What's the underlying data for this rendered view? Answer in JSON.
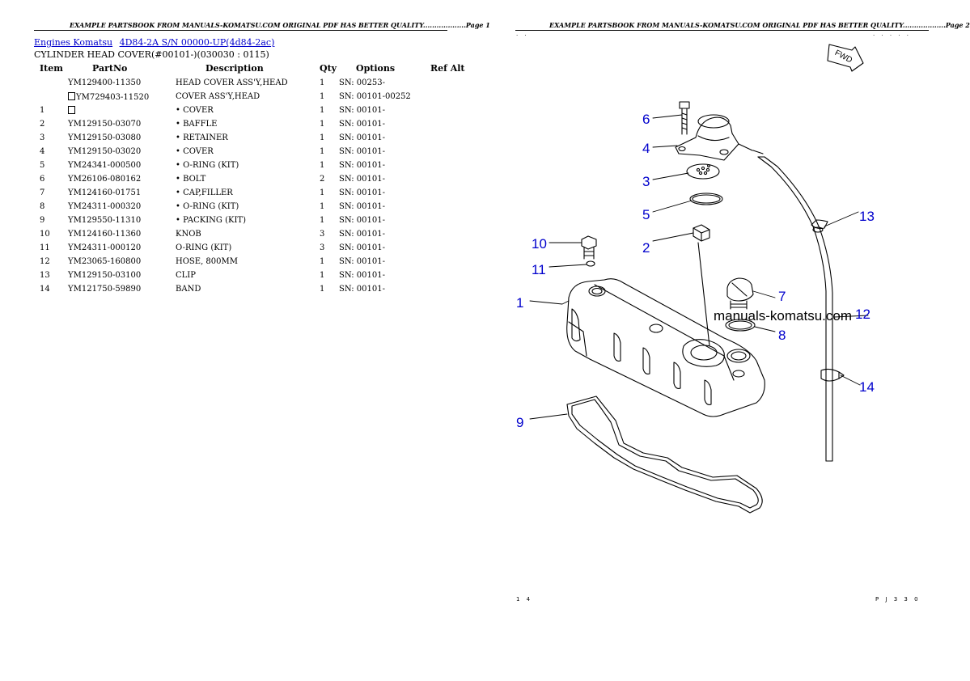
{
  "page1": {
    "header": "EXAMPLE PARTSBOOK FROM MANUALS-KOMATSU.COM ORIGINAL PDF HAS BETTER QUALITY...................Page 1",
    "breadcrumb": [
      "Engines Komatsu",
      "4D84-2A S/N 00000-UP(4d84-2ac)"
    ],
    "title": "CYLINDER HEAD COVER(#00101-)(030030 : 0115)",
    "columns": [
      "Item",
      "PartNo",
      "Description",
      "Qty",
      "Options",
      "Ref Alt"
    ],
    "rows": [
      {
        "item": "",
        "part": "YM129400-11350",
        "desc": "HEAD COVER ASS'Y,HEAD",
        "qty": "1",
        "opt": "SN: 00253-",
        "ref": ""
      },
      {
        "item": "",
        "part": "YM729403-11520",
        "desc": "COVER ASS'Y,HEAD",
        "qty": "1",
        "opt": "SN: 00101-00252",
        "ref": "",
        "box": true
      },
      {
        "item": "1",
        "part": "",
        "desc": "• COVER",
        "qty": "1",
        "opt": "SN: 00101-",
        "ref": "",
        "box": true
      },
      {
        "item": "2",
        "part": "YM129150-03070",
        "desc": "• BAFFLE",
        "qty": "1",
        "opt": "SN: 00101-",
        "ref": ""
      },
      {
        "item": "3",
        "part": "YM129150-03080",
        "desc": "• RETAINER",
        "qty": "1",
        "opt": "SN: 00101-",
        "ref": ""
      },
      {
        "item": "4",
        "part": "YM129150-03020",
        "desc": "• COVER",
        "qty": "1",
        "opt": "SN: 00101-",
        "ref": ""
      },
      {
        "item": "5",
        "part": "YM24341-000500",
        "desc": "• O-RING (KIT)",
        "qty": "1",
        "opt": "SN: 00101-",
        "ref": ""
      },
      {
        "item": "6",
        "part": "YM26106-080162",
        "desc": "• BOLT",
        "qty": "2",
        "opt": "SN: 00101-",
        "ref": ""
      },
      {
        "item": "7",
        "part": "YM124160-01751",
        "desc": "• CAP,FILLER",
        "qty": "1",
        "opt": "SN: 00101-",
        "ref": ""
      },
      {
        "item": "8",
        "part": "YM24311-000320",
        "desc": "• O-RING (KIT)",
        "qty": "1",
        "opt": "SN: 00101-",
        "ref": ""
      },
      {
        "item": "9",
        "part": "YM129550-11310",
        "desc": "• PACKING (KIT)",
        "qty": "1",
        "opt": "SN: 00101-",
        "ref": ""
      },
      {
        "item": "10",
        "part": "YM124160-11360",
        "desc": "KNOB",
        "qty": "3",
        "opt": "SN: 00101-",
        "ref": ""
      },
      {
        "item": "11",
        "part": "YM24311-000120",
        "desc": "O-RING (KIT)",
        "qty": "3",
        "opt": "SN: 00101-",
        "ref": ""
      },
      {
        "item": "12",
        "part": "YM23065-160800",
        "desc": "HOSE, 800MM",
        "qty": "1",
        "opt": "SN: 00101-",
        "ref": ""
      },
      {
        "item": "13",
        "part": "YM129150-03100",
        "desc": "CLIP",
        "qty": "1",
        "opt": "SN: 00101-",
        "ref": ""
      },
      {
        "item": "14",
        "part": "YM121750-59890",
        "desc": "BAND",
        "qty": "1",
        "opt": "SN: 00101-",
        "ref": ""
      }
    ]
  },
  "page2": {
    "header": "EXAMPLE PARTSBOOK FROM MANUALS-KOMATSU.COM ORIGINAL PDF HAS BETTER QUALITY...................Page 2",
    "fwd_label": "FWD",
    "watermark": "manuals-komatsu.com",
    "callouts": [
      "1",
      "2",
      "3",
      "4",
      "5",
      "6",
      "7",
      "8",
      "9",
      "10",
      "11",
      "12",
      "13",
      "14"
    ],
    "top_left_marks": "· ·",
    "top_right_marks": "· · · · ·",
    "footer_left": "1 4",
    "footer_right": "P J 3 3 0",
    "colors": {
      "callout": "#0000cc",
      "link": "#0000cc"
    }
  }
}
